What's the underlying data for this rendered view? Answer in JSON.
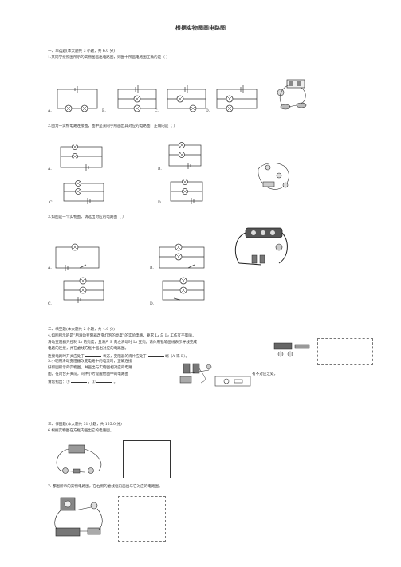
{
  "title": "根据实物图画电路图",
  "section1": {
    "heading": "一、单选题(本大题共 3 小题，共 6.0 分)",
    "q1": {
      "text": "1.某同学按照图所示的实物图画出电路图，则图中所画电路图正确的是（     ）",
      "options": [
        "A.",
        "B.",
        "C.",
        "D."
      ]
    },
    "q2": {
      "text": "2.图为一实物电路连接图，图中是某同学所画出其对应的电路图，正确的是（     ）",
      "options": [
        "A.",
        "B.",
        "C.",
        "D."
      ]
    },
    "q3": {
      "text": "3.如图是一个实物图，请选出对应的电路图（     ）",
      "options": [
        "A.",
        "B.",
        "C.",
        "D."
      ]
    }
  },
  "section2": {
    "heading": "二、填空题(本大题共 2 小题，共 4.0 分)",
    "q4_lines": [
      "4.如图所示的是“用滑动变阻器改变灯泡的亮度”的实验电路，要求 L₁ 与 L₂ 工作互不影响，",
      "滑动变阻器只控制 L₁ 的亮度，且滑片 P 向左滑动时 L₁ 变亮。请你用铅笔画线表示导线完成",
      "电路的连接，并在虚线方框中画出对应的电路图。"
    ],
    "q4_last_pre": "连接电路时开关应处于",
    "q4_last_mid": "状态，变阻器的滑片应处于",
    "q4_last_post": "端（A 或 B）。",
    "q5_lines": [
      "5.小明用滑动变阻器改变电路中的电流时，正确连接",
      "好如图所示的实物图，并画出与实物图相对应的电路",
      "图，在闭合开关前，同伴小芳提醒他图中的电路图"
    ],
    "q5_side": "有不对应之处，",
    "q5_last": "请您指出：①",
    "q5_last_mid": "，②",
    "q5_last_end": "。"
  },
  "section3": {
    "heading": "三、作图题(本大题共 31 小题，共 155.0 分)",
    "q6": "6.根据实物图在方框内画出它的电路图。",
    "q7": "7. 都图所示的实物电路图，在右侧的虚线框内画出与它对应的电路图。"
  },
  "icons": [
    "switch-icon",
    "lamp-icon",
    "battery-icon",
    "rheostat-icon",
    "ammeter-icon"
  ]
}
